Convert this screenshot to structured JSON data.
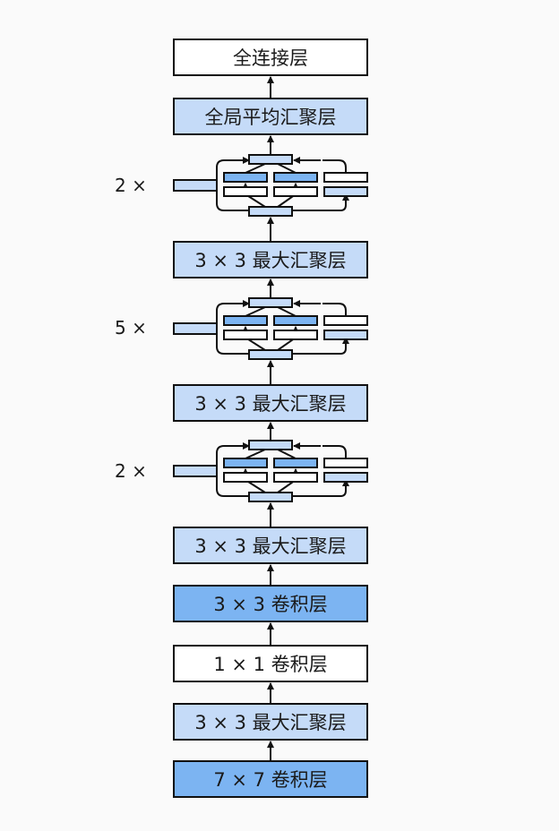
{
  "colors": {
    "white": "#ffffff",
    "light_blue": "#c5dbf8",
    "mid_blue": "#7cb4f2",
    "stroke": "#111111"
  },
  "layers": [
    {
      "label": "全连接层",
      "fill": "white"
    },
    {
      "label": "全局平均汇聚层",
      "fill": "light_blue"
    },
    {
      "label": "3 × 3 最大汇聚层",
      "fill": "light_blue"
    },
    {
      "label": "3 × 3 最大汇聚层",
      "fill": "light_blue"
    },
    {
      "label": "3 × 3 最大汇聚层",
      "fill": "light_blue"
    },
    {
      "label": "3 × 3 卷积层",
      "fill": "mid_blue"
    },
    {
      "label": "1 × 1 卷积层",
      "fill": "white"
    },
    {
      "label": "3 × 3 最大汇聚层",
      "fill": "light_blue"
    },
    {
      "label": "7 × 7 卷积层",
      "fill": "mid_blue"
    }
  ],
  "inception_groups": [
    {
      "multiplier": "2 ×"
    },
    {
      "multiplier": "5 ×"
    },
    {
      "multiplier": "2 ×"
    }
  ]
}
